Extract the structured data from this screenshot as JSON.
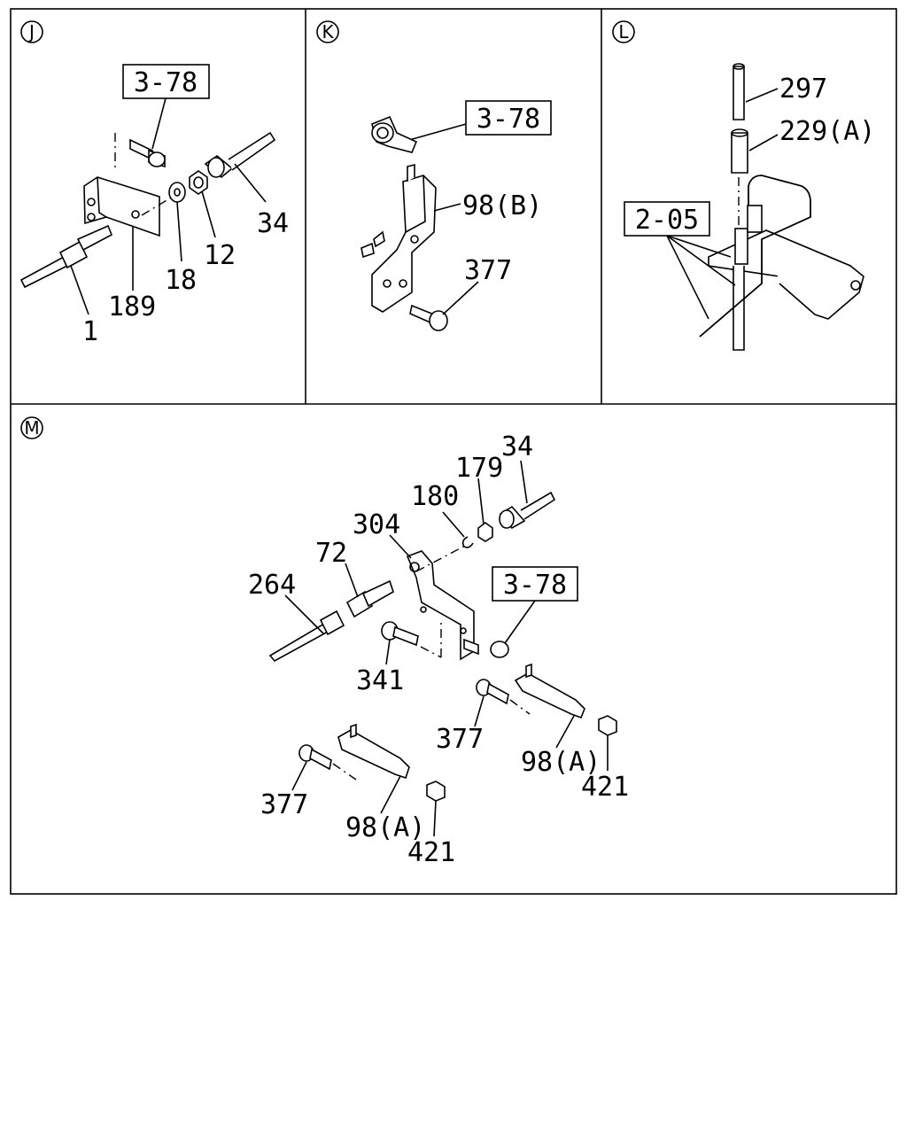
{
  "panels": {
    "J": {
      "letter": "J",
      "ref_box": "3-78",
      "callouts": {
        "c34": "34",
        "c12": "12",
        "c18": "18",
        "c189": "189",
        "c1": "1"
      }
    },
    "K": {
      "letter": "K",
      "ref_box": "3-78",
      "callouts": {
        "c98b": "98(B)",
        "c377": "377"
      }
    },
    "L": {
      "letter": "L",
      "ref_box": "2-05",
      "callouts": {
        "c297": "297",
        "c229a": "229(A)"
      }
    },
    "M": {
      "letter": "M",
      "ref_box": "3-78",
      "callouts": {
        "c34": "34",
        "c179": "179",
        "c180": "180",
        "c304": "304",
        "c72": "72",
        "c264": "264",
        "c341": "341",
        "c377a": "377",
        "c98a_a": "98(A)",
        "c421a": "421",
        "c377b": "377",
        "c98a_b": "98(A)",
        "c421b": "421"
      }
    }
  }
}
